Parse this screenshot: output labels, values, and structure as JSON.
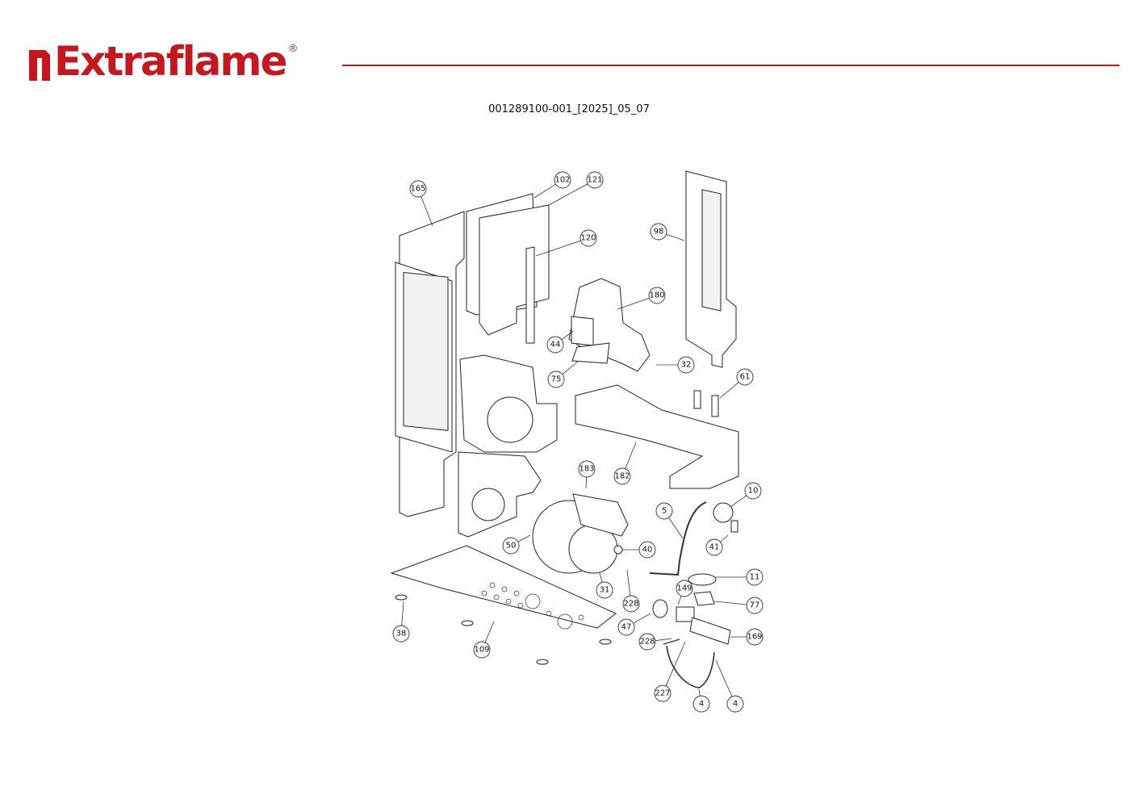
{
  "header": {
    "brand": "Extraflame",
    "registered_mark": "®",
    "document_code": "001289100-001_[2025]_05_07"
  },
  "colors": {
    "brand_red": "#c8161e",
    "line": "#222222"
  },
  "diagram": {
    "title": "Exploded parts view",
    "callouts": [
      "165",
      "102",
      "121",
      "120",
      "98",
      "180",
      "44",
      "75",
      "32",
      "61",
      "182",
      "183",
      "10",
      "5",
      "41",
      "50",
      "40",
      "11",
      "31",
      "149",
      "77",
      "228",
      "47",
      "169",
      "228",
      "38",
      "109",
      "227",
      "4",
      "4"
    ]
  }
}
